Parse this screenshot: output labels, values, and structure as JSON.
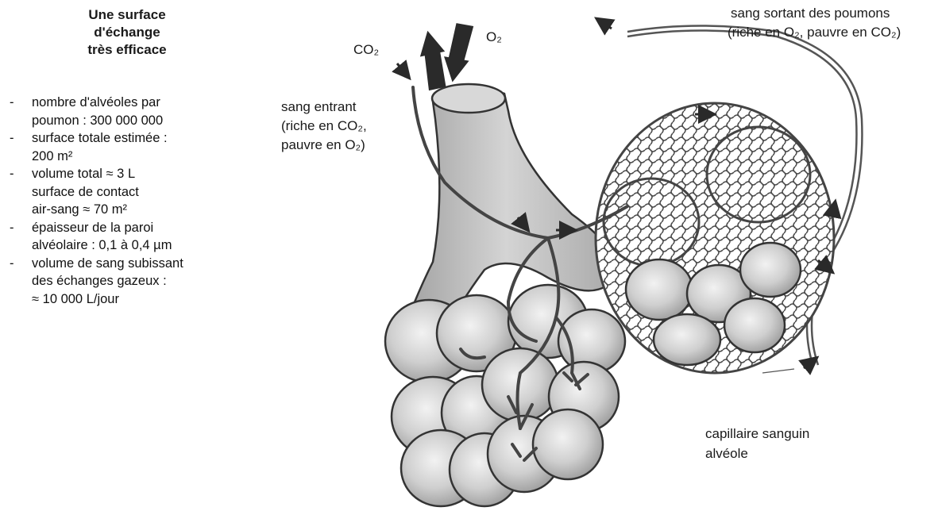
{
  "title": {
    "lines": [
      "Une surface",
      "d'échange",
      "très efficace"
    ]
  },
  "facts": [
    {
      "lines": [
        "nombre d'alvéoles par",
        "poumon : 300 000 000"
      ]
    },
    {
      "lines": [
        "surface totale estimée :",
        "200 m²"
      ]
    },
    {
      "lines": [
        "volume total  ≈ 3 L",
        "surface de contact",
        "air-sang ≈ 70 m²"
      ]
    },
    {
      "lines": [
        "épaisseur de la paroi",
        "alvéolaire : 0,1 à 0,4 µm"
      ]
    },
    {
      "lines": [
        "volume de sang subissant",
        "des échanges gazeux :",
        "≈ 10 000 L/jour"
      ]
    }
  ],
  "labels": {
    "co2": "CO₂",
    "o2": "O₂",
    "sang_entrant": [
      "sang entrant",
      "(riche en CO₂,",
      "pauvre en O₂)"
    ],
    "sang_sortant": [
      "sang sortant des poumons",
      "(riche en O₂, pauvre en CO₂)"
    ],
    "capillaire": "capillaire sanguin",
    "alveole": "alvéole"
  },
  "colors": {
    "alveolus_fill": "#c9c9c9",
    "bronchus_fill": "#b9b9b9",
    "capillary_stroke": "#555555",
    "arrow": "#2a2a2a",
    "text": "#1a1a1a"
  }
}
